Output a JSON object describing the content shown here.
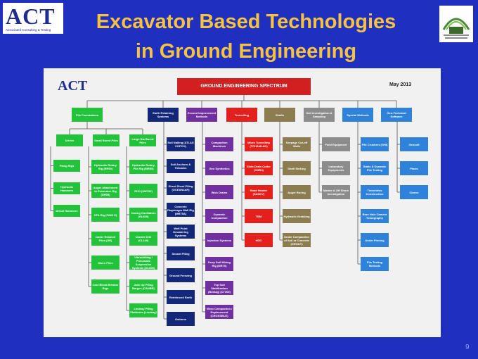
{
  "slide": {
    "logo_text": "ACT",
    "logo_subtitle": "Associated Consulting & Testing",
    "title_line1": "Excavator Based Technologies",
    "title_line2": "in Ground Engineering",
    "page_number": "9"
  },
  "chart": {
    "logo": "ACT",
    "title": "GROUND ENGINEERING SPECTRUM",
    "date": "May 2013",
    "categories": [
      "Pile Foundations",
      "Earth Retaining Systems",
      "Ground Improvement Methods",
      "Tunnelling",
      "Shafts",
      "Soil Investigation & Sampling",
      "Special Methods",
      "Geo-Technical Software"
    ],
    "pile_subgroups": [
      "Driven",
      "Small Bored Piles",
      "Large Dia Bored Piles"
    ],
    "pile_driven": [
      "Piling Rigs",
      "Hydraulic Hammers",
      "Diesel Hammers"
    ],
    "pile_small_bored": [
      "Hydraulic Rotary Rig (RR50)",
      "Auger Attachment to Excavator Rig (DR55)",
      "CFA Rig (PA60 E)",
      "Under Reamed Piles (SR)",
      "Micro Piles",
      "Cast Blend Breaker Rigs"
    ],
    "pile_large_dia": [
      "Hydraulic Rotary Pile Rig (MR55)",
      "RCD (SW700)",
      "Casing Oscillators (GL820)",
      "Cluster Drill (CL140)",
      "Vibrodrilling / Pneumatic Suspension Systems (GL600)",
      "Jack Up Piling Barges (CANBR)",
      "Lindsay Piling Platforms (Lindsay)"
    ],
    "earth_retaining": [
      "Soil Nailing (ATLAS COPCO)",
      "Soil Anchors & Tiebacks",
      "Sheet Sheet Piling (OCEAN4AR)",
      "Concrete Diaphragm Wall Rig (MR75A)",
      "Well Point Dewatering Systems",
      "Secant Piling",
      "Ground Freezing",
      "Reinforced Earth",
      "Gabions"
    ],
    "ground_improvement": [
      "Compaction Machines",
      "Geo Synthetics",
      "Wick Drains",
      "Dynamic Compaction",
      "Injection Systems",
      "Deep Soil Mixing Rig (MR70)",
      "Top Soil Stabilization (Bomag) (CT300)",
      "Vibro Compaction / Replacement (CROSSBUZ)"
    ],
    "tunnelling": [
      "Micro Tunnelling (TCHAMLAN)",
      "Slide-Drain Cutter (CMR4)",
      "Road Header (SANDV)",
      "TBM",
      "HDD"
    ],
    "shafts": [
      "Seepage Cut-off Walls",
      "Shaft Sinking",
      "Auger Boring",
      "Hydraulic Grabbing",
      "Under Compaction of Soil or Concrete (GROUT)"
    ],
    "soil_investigation": [
      "Field Equipment",
      "Laboratory Equipments",
      "Marine & Off Shore Investigation"
    ],
    "special_methods": [
      "Pile Crushers (GHI)",
      "Static & Dynamic Pile Testing",
      "Trenchless Construction",
      "Bore Hole Camera Tomography",
      "Under Pinning",
      "Pile Testing Methods"
    ],
    "geo_software": [
      "Geosoft",
      "Plaxis",
      "Claeve"
    ]
  }
}
